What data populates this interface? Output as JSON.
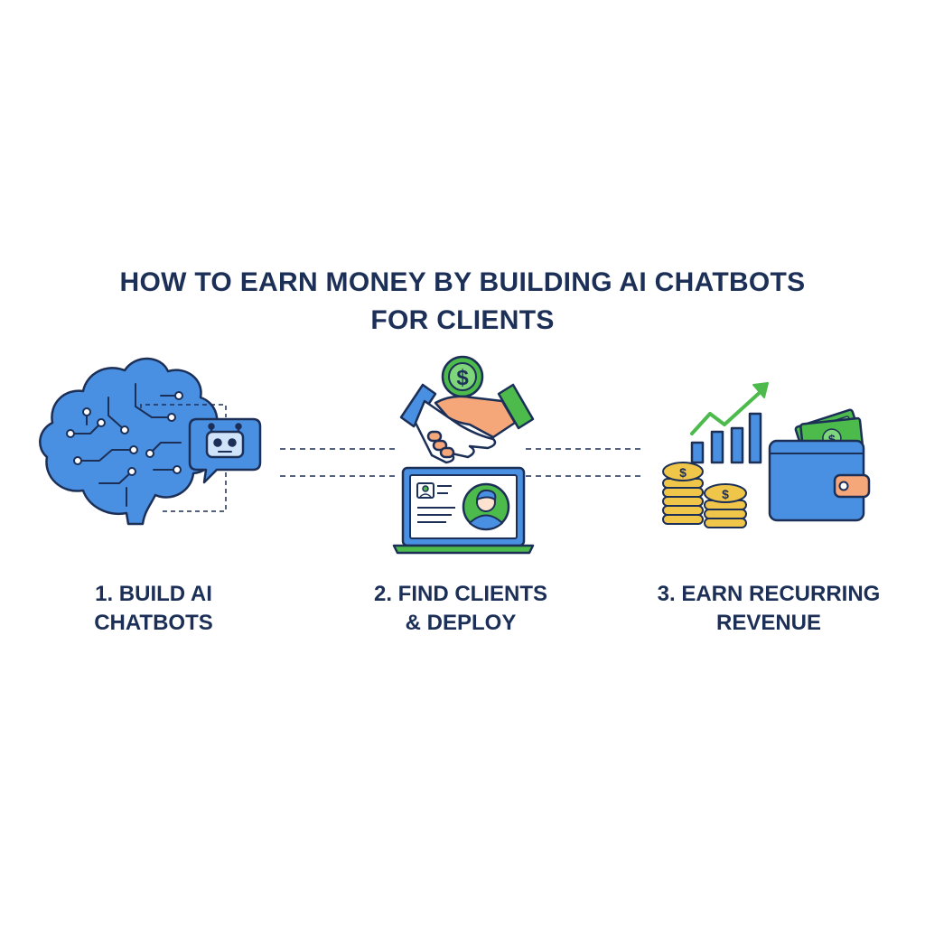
{
  "title": {
    "line1": "HOW TO EARN MONEY BY BUILDING AI CHATBOTS",
    "line2": "FOR CLIENTS"
  },
  "steps": [
    {
      "line1": "1. BUILD AI",
      "line2": "CHATBOTS",
      "icons": [
        "brain-circuit-icon",
        "robot-chat-bubble-icon"
      ]
    },
    {
      "line1": "2. FIND CLIENTS",
      "line2": "& DEPLOY",
      "icons": [
        "dollar-coin-icon",
        "handshake-icon",
        "laptop-client-profile-icon"
      ]
    },
    {
      "line1": "3. EARN RECURRING",
      "line2": "REVENUE",
      "icons": [
        "growth-chart-icon",
        "coin-stacks-icon",
        "wallet-cash-icon"
      ]
    }
  ],
  "colors": {
    "navy": "#1c2f57",
    "blue": "#4a90e2",
    "green": "#4cbb4c",
    "gold": "#f0c64a",
    "skin": "#f6a77a"
  }
}
